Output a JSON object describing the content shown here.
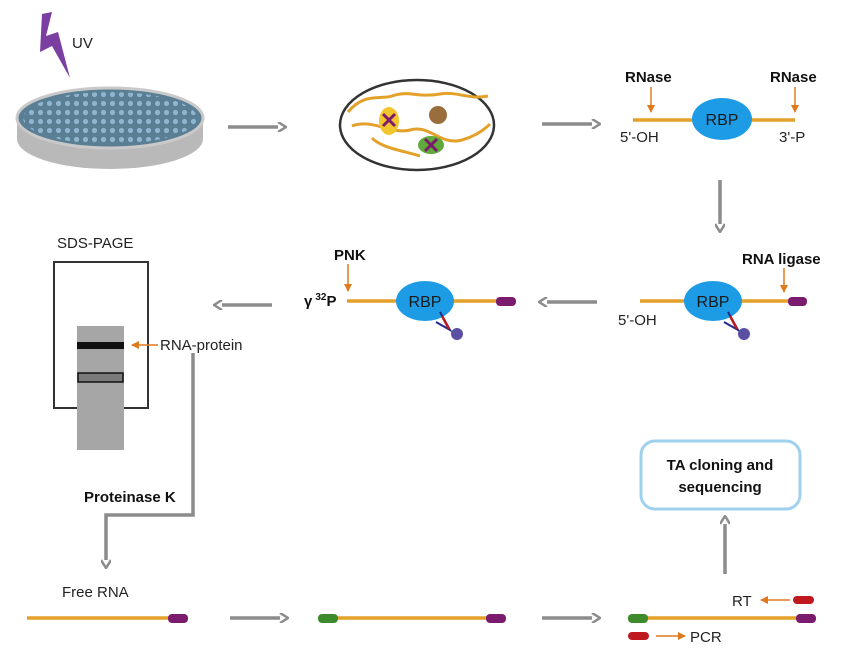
{
  "colors": {
    "rna": "#e3a12a",
    "adapter3": "#7b1b6e",
    "adapter5": "#3d8b2c",
    "primer": "#c0181f",
    "rbp": "#1e9be5",
    "flow_arrow": "#8c8c8c",
    "small_arrow": "#e07a1e",
    "uv": "#7a3fa0",
    "box_border": "#9fd1ee",
    "gel": "#a6a6a6"
  },
  "labels": {
    "uv": "UV",
    "rnase_left": "RNase",
    "rnase_right": "RNase",
    "five_oh_top": "5'-OH",
    "three_p": "3'-P",
    "rbp_1": "RBP",
    "rbp_2": "RBP",
    "rbp_3": "RBP",
    "rna_ligase": "RNA ligase",
    "five_oh_mid": "5'-OH",
    "pnk": "PNK",
    "gamma_p": "γ",
    "gamma_sup": "32",
    "gamma_p_letter": "P",
    "sds_page": "SDS-PAGE",
    "rna_protein": "RNA-protein",
    "proteinase_k": "Proteinase K",
    "free_rna": "Free RNA",
    "ta_cloning_line1": "TA cloning and",
    "ta_cloning_line2": "sequencing",
    "rt": "RT",
    "pcr": "PCR"
  },
  "icons": {
    "uv_bolt": "lightning-bolt-icon",
    "petri_dish": "petri-dish-icon",
    "cell": "cell-icon"
  }
}
